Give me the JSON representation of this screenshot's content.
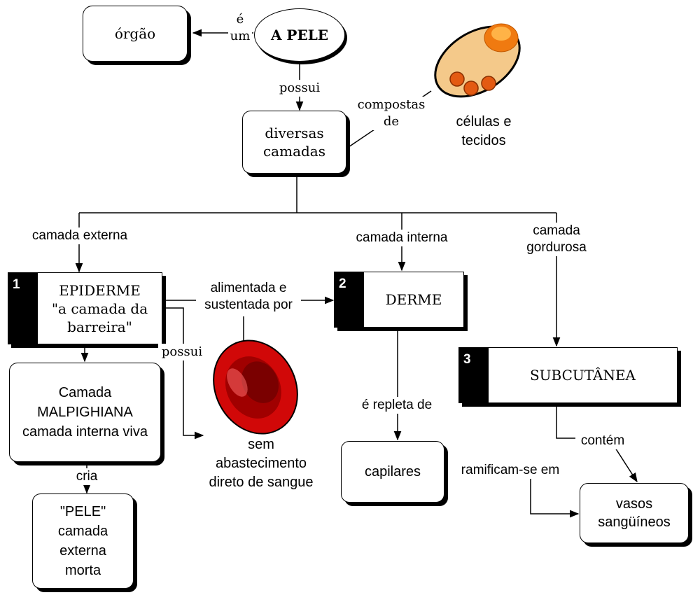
{
  "nodes": {
    "skin": "A PELE",
    "organ": "órgão",
    "layers": "diversas camadas",
    "cells": "células e tecidos",
    "epidermis_num": "1",
    "epidermis_title": "EPIDERME",
    "epidermis_sub": "\"a camada da barreira\"",
    "dermis_num": "2",
    "dermis_title": "DERME",
    "subcutaneous_num": "3",
    "subcutaneous_title": "SUBCUTÂNEA",
    "malpighian": "Camada MALPIGHIANA camada interna viva",
    "outer_skin": "\"PELE\" camada externa morta",
    "no_blood": "sem abastecimento direto de sangue",
    "capillaries": "capilares",
    "vessels": "vasos sangüíneos"
  },
  "links": {
    "is_a": "é um",
    "has": "possui",
    "composed_of": "compostas de",
    "outer_layer": "camada externa",
    "inner_layer": "camada interna",
    "fat_layer": "camada gordurosa",
    "fed_by": "alimentada e sustentada por",
    "has2": "possui",
    "creates": "cria",
    "full_of": "é repleta de",
    "branch_into": "ramificam-se em",
    "contains": "contém"
  },
  "colors": {
    "cell_fill": "#f4c98a",
    "nucleus": "#f07a10",
    "nucleus_inner": "#ffb347",
    "organelle": "#e35a12",
    "blood_cell": "#d10808",
    "blood_dark": "#7a0000",
    "blood_light": "#ff6a6a"
  },
  "icons": [
    "cell-illustration",
    "red-blood-cell-illustration"
  ]
}
